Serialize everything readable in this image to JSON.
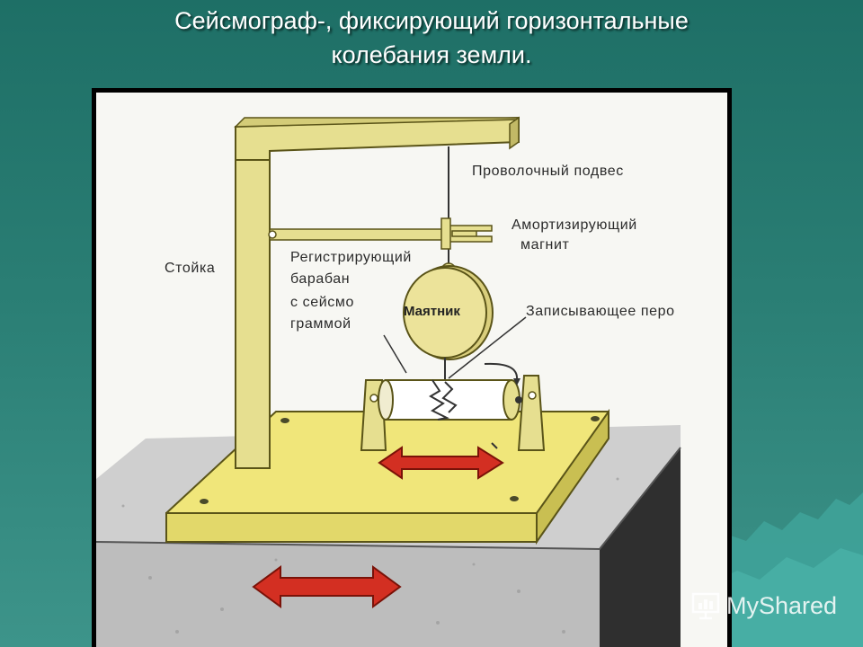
{
  "title": {
    "line1": "Сейсмограф-, фиксирующий горизонтальные",
    "line2": "колебания земли."
  },
  "labels": {
    "stand": "Стойка",
    "wire_suspension": "Проволочный подвес",
    "damping_magnet_line1": "Амортизирующий",
    "damping_magnet_line2": "магнит",
    "drum_line1": "Регистрирующий",
    "drum_line2": "барабан",
    "drum_line3": "с сейсмо",
    "drum_line4": "граммой",
    "pendulum": "Маятник",
    "pen": "Записывающее перо"
  },
  "watermark": {
    "text": "MyShared",
    "icon": "presentation-board-icon"
  },
  "colors": {
    "background": "#2a7e74",
    "wood": "#e6df90",
    "base": "#f0e67a",
    "arrow": "#d32f22",
    "ground": "#c9c9c9",
    "ground_dark": "#3a3a3a"
  }
}
